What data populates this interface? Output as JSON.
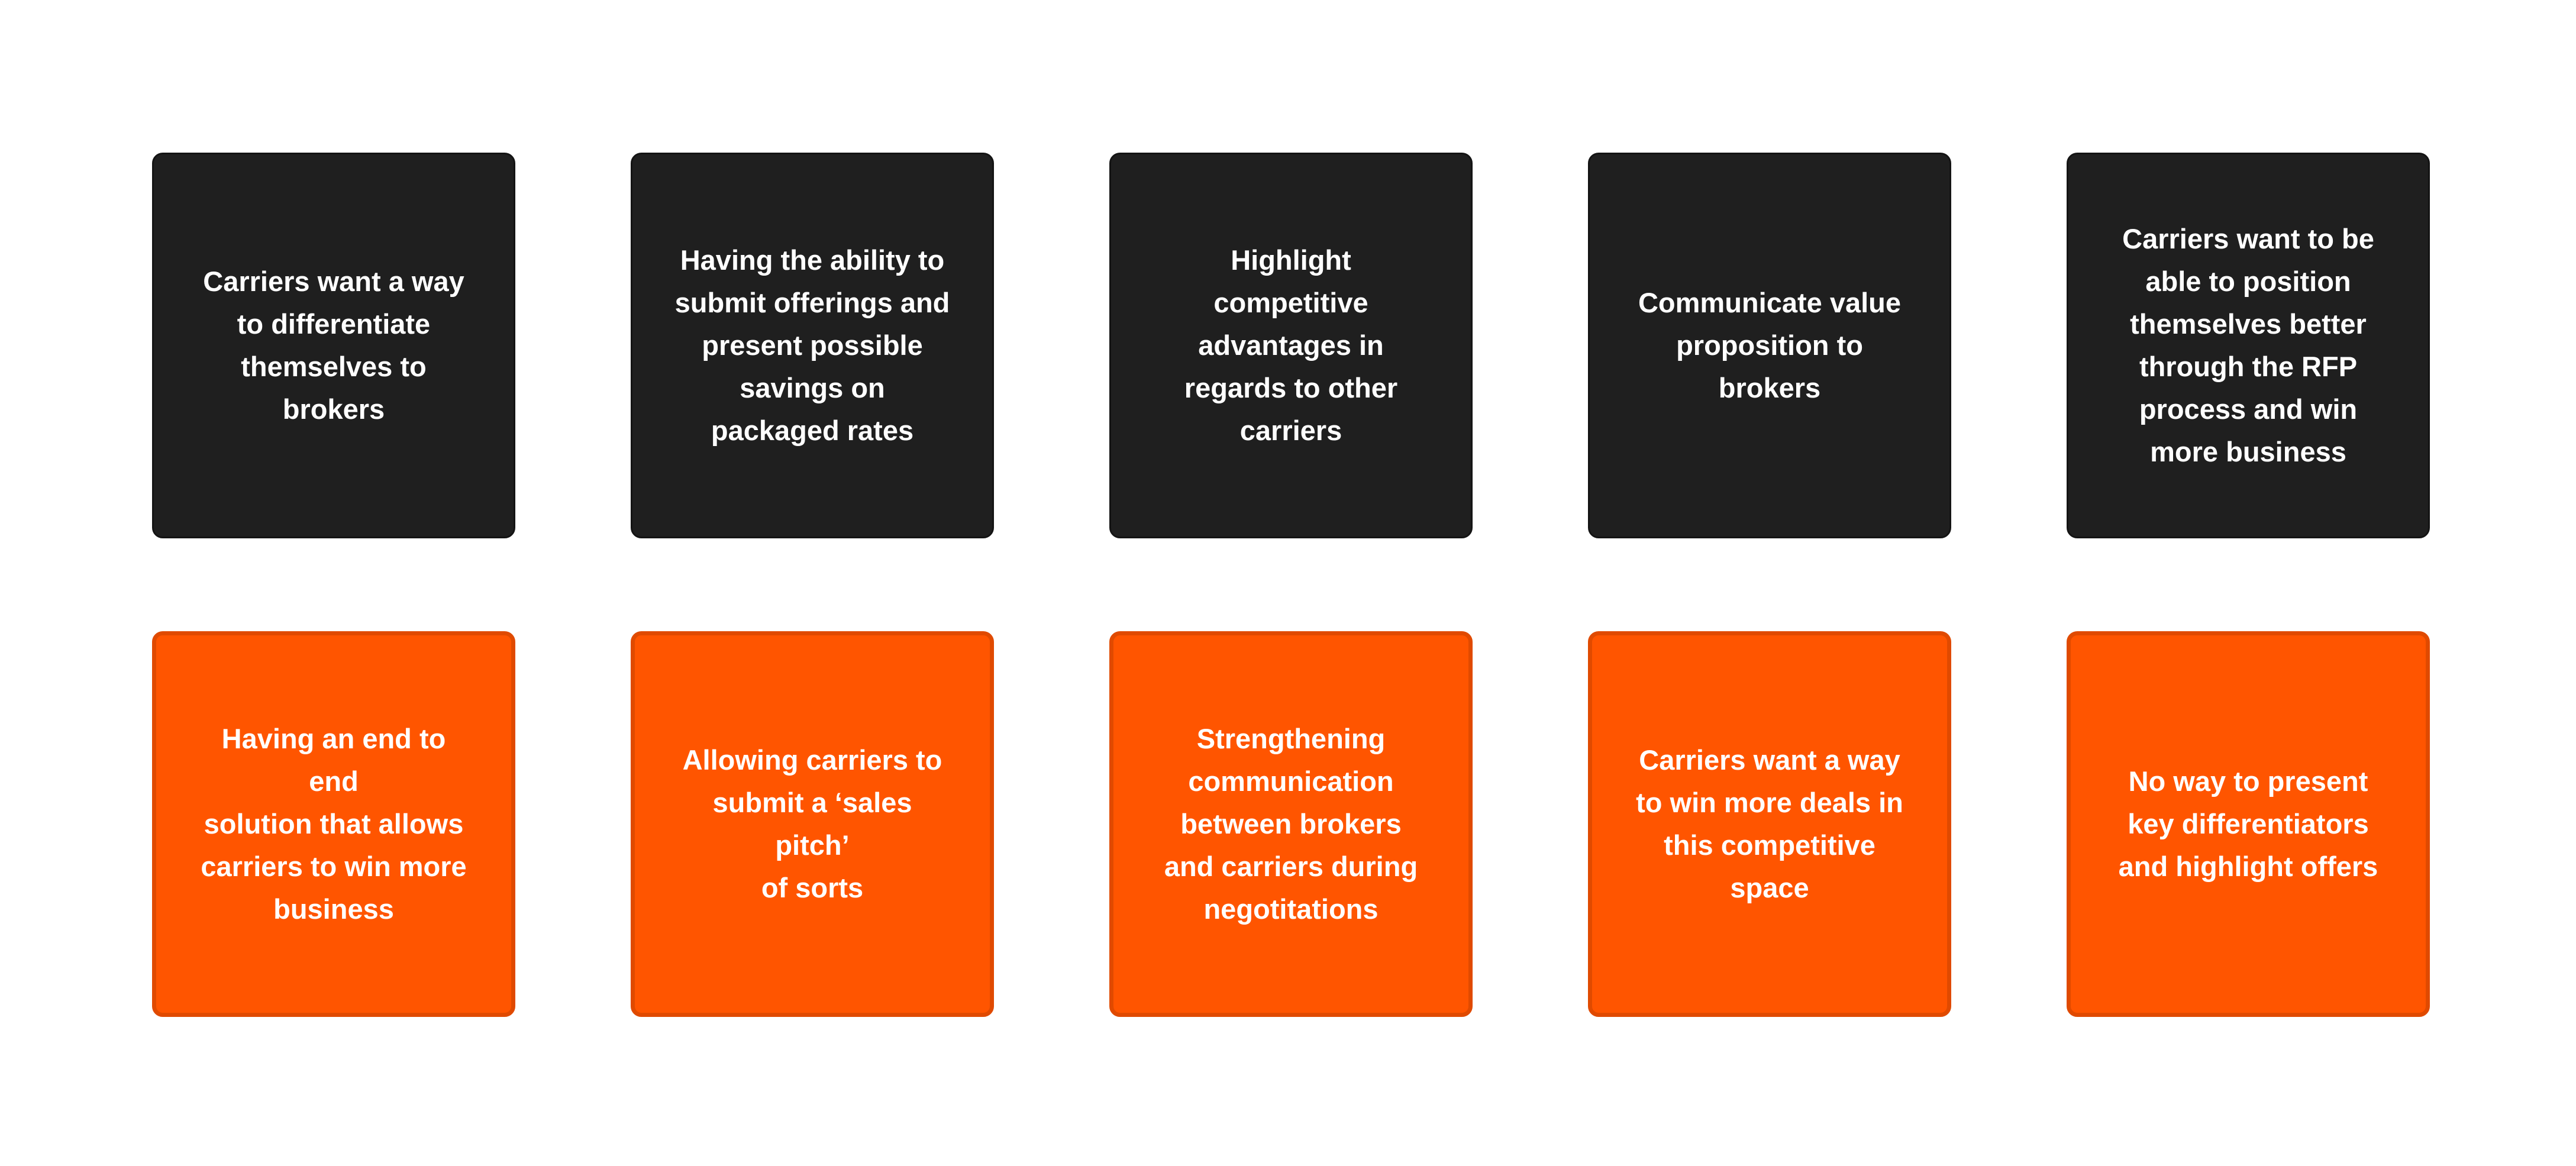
{
  "colors": {
    "background": "#ffffff",
    "dark_card": "#1f1f1f",
    "orange_card": "#ff5500",
    "card_text": "#ffffff"
  },
  "rows": {
    "dark": [
      "Carriers want a way\nto differentiate\nthemselves to\nbrokers",
      "Having the ability to\nsubmit offerings and\npresent possible\nsavings on\npackaged rates",
      "Highlight\ncompetitive\nadvantages in\nregards to other\ncarriers",
      "Communicate value\nproposition to\nbrokers",
      "Carriers want to be\nable to position\nthemselves better\nthrough the RFP\nprocess and win\nmore business"
    ],
    "orange": [
      "Having an end to end\nsolution that allows\ncarriers to win more\nbusiness",
      "Allowing carriers to\nsubmit a ‘sales pitch’\nof sorts",
      "Strengthening\ncommunication\nbetween brokers\nand carriers during\nnegotitations",
      "Carriers want a way\nto win more deals in\nthis competitive\nspace",
      "No way to present\nkey differentiators\nand highlight offers"
    ]
  }
}
